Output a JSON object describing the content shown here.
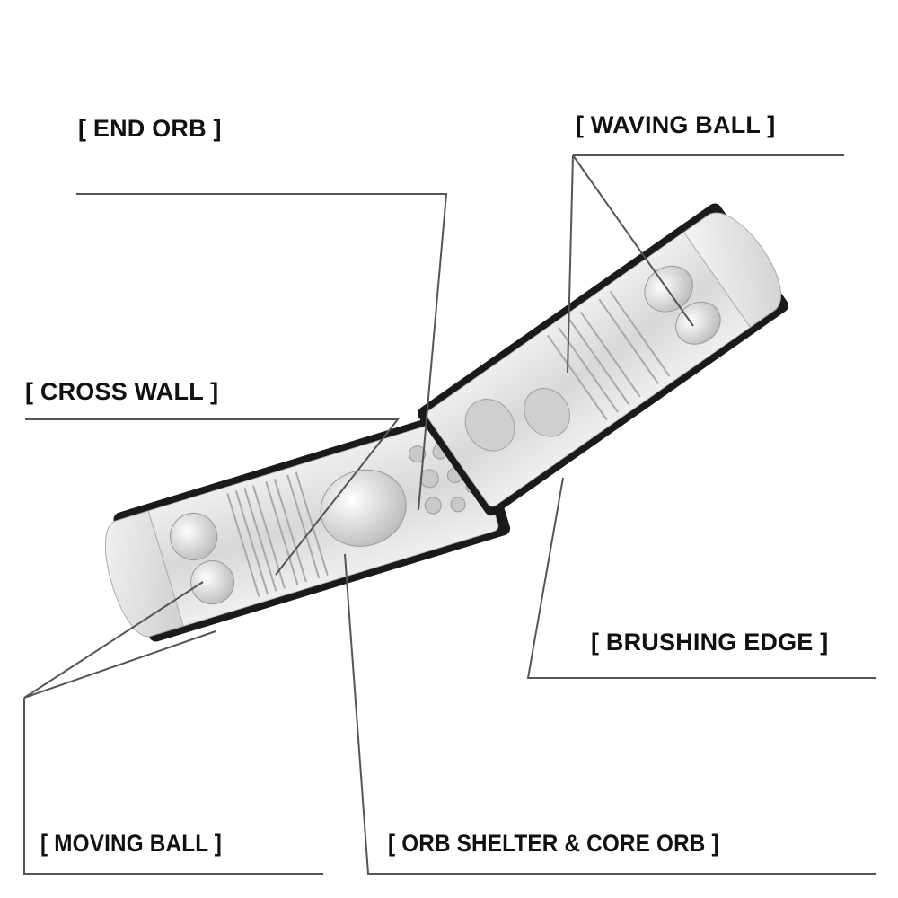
{
  "diagram": {
    "subject": "Two-part dual-chamber sleeve with labeled internal structures",
    "colors": {
      "line": "#555555",
      "casing": "#1a1a1a",
      "inner": "#e6e6e6",
      "text": "#111111"
    },
    "callouts": [
      {
        "id": "end-orb",
        "label": "[ END ORB ]"
      },
      {
        "id": "waving-ball",
        "label": "[ WAVING BALL ]"
      },
      {
        "id": "cross-wall",
        "label": "[ CROSS WALL ]"
      },
      {
        "id": "brushing-edge",
        "label": "[ BRUSHING EDGE ]"
      },
      {
        "id": "moving-ball",
        "label": "[ MOVING BALL ]"
      },
      {
        "id": "orb-shelter-core-orb",
        "label": "[ ORB SHELTER & CORE ORB ]"
      }
    ]
  }
}
